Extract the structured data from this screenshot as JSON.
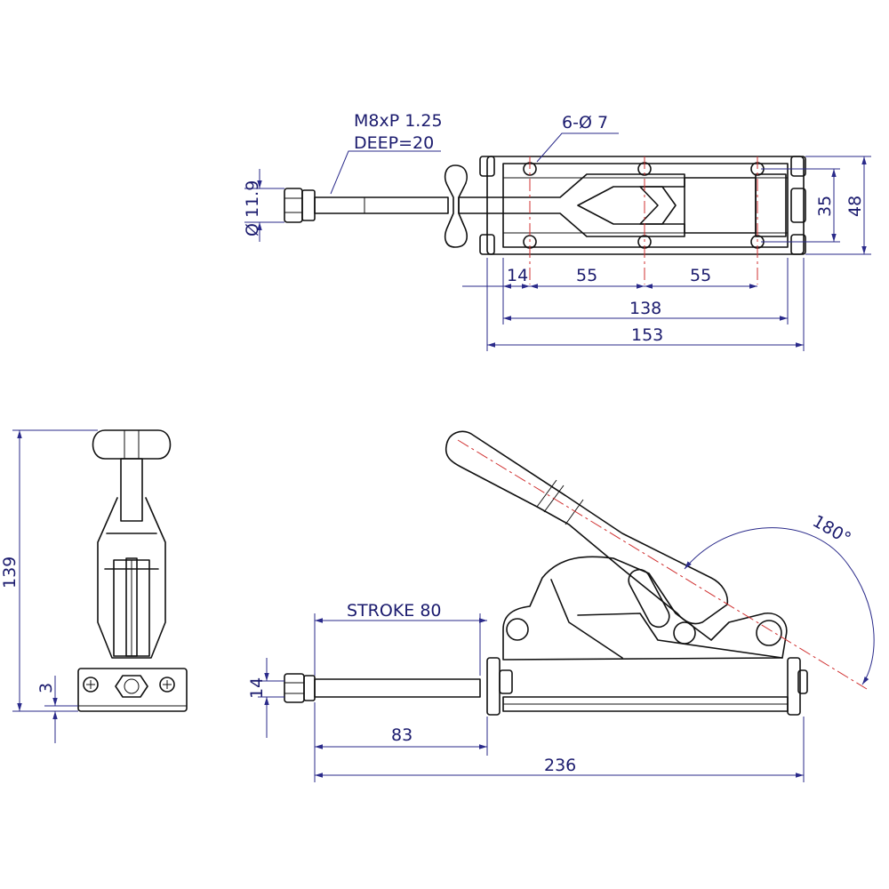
{
  "top_view": {
    "thread_label_1": "M8xP 1.25",
    "thread_label_2": "DEEP=20",
    "holes_label": "6-Ø 7",
    "rod_dia_label": "Ø 11.9",
    "dim_14": "14",
    "dim_55_a": "55",
    "dim_55_b": "55",
    "dim_138": "138",
    "dim_153": "153",
    "dim_35": "35",
    "dim_48": "48"
  },
  "end_view": {
    "dim_139": "139",
    "dim_3": "3"
  },
  "side_view": {
    "stroke_label": "STROKE 80",
    "dim_14": "14",
    "dim_83": "83",
    "dim_236": "236",
    "angle_label": "180°"
  },
  "colors": {
    "outline": "#111111",
    "dimension": "#2a2a8a",
    "centerline": "#d03030"
  }
}
